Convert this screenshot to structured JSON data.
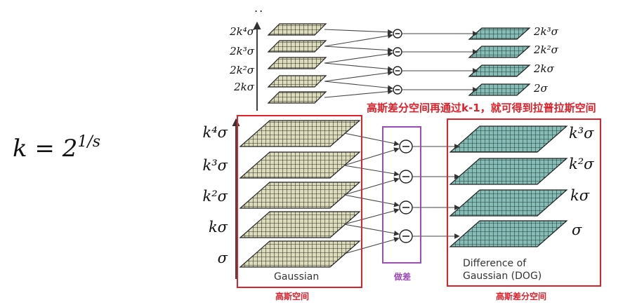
{
  "formula": {
    "lhs": "k = 2",
    "exponent": "1/s"
  },
  "ellipsis": "..",
  "top_octave": {
    "left_labels": [
      "2k⁴σ",
      "2k³σ",
      "2k²σ",
      "2kσ"
    ],
    "right_labels": [
      "2k³σ",
      "2k²σ",
      "2kσ",
      "2σ"
    ]
  },
  "bottom_octave": {
    "left_labels": [
      "k⁴σ",
      "k³σ",
      "k²σ",
      "kσ",
      "σ"
    ],
    "right_labels": [
      "k³σ",
      "k²σ",
      "kσ",
      "σ"
    ],
    "left_caption": "Gaussian",
    "right_caption_line1": "Difference of",
    "right_caption_line2": "Gaussian (DOG)"
  },
  "annotations": {
    "red_note": "高斯差分空间再通过k-1，就可得到拉普拉斯空间",
    "gaussian_space": "高斯空间",
    "dog_space": "高斯差分空间",
    "subtract": "做差"
  },
  "colors": {
    "gaussian_fill": "#d9d9b8",
    "dog_fill": "#7fb3ad",
    "box_red": "#e0202a",
    "box_purple": "#9b4db5",
    "minus_node": "#333333"
  }
}
